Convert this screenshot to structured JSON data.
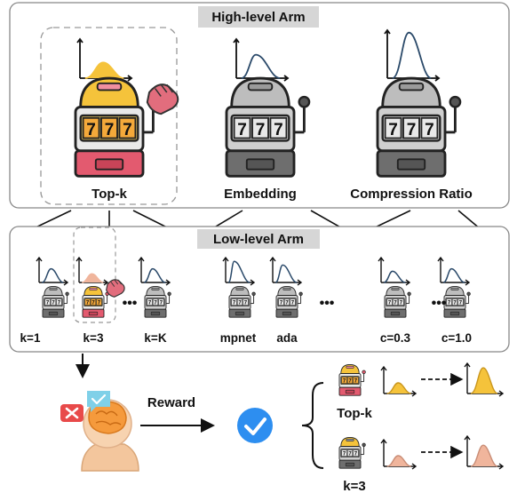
{
  "high_level": {
    "title": "High-level Arm",
    "arms": [
      {
        "label": "Top-k",
        "theme": "yellow",
        "selected": true,
        "curve": "left-peak-fill-yellow"
      },
      {
        "label": "Embedding",
        "theme": "gray",
        "selected": false,
        "curve": "left-peak-outline"
      },
      {
        "label": "Compression Ratio",
        "theme": "gray",
        "selected": false,
        "curve": "center-peak-outline"
      }
    ],
    "reel_text": "777"
  },
  "low_level": {
    "title": "Low-level Arm",
    "groups": [
      {
        "labels": [
          "k=1",
          "k=3",
          "k=K"
        ],
        "selected_index": 1
      },
      {
        "labels": [
          "mpnet",
          "ada"
        ],
        "selected_index": null
      },
      {
        "labels": [
          "c=0.3",
          "c=1.0"
        ],
        "selected_index": null
      }
    ],
    "ellipsis": "•••"
  },
  "feedback": {
    "reward_label": "Reward",
    "outcomes": [
      {
        "label": "Top-k",
        "theme": "yellow"
      },
      {
        "label": "k=3",
        "theme": "pink"
      }
    ]
  },
  "colors": {
    "yellow_fill": "#f5c33b",
    "pink_fill": "#f0b59c",
    "slot_red": "#e35a6f",
    "slot_gray": "#6e6e6e",
    "header_bg": "#d6d6d6",
    "check_blue": "#2d8ef0",
    "x_red": "#e84a4a",
    "chat_teal": "#7fd0e8",
    "brain_orange": "#f59a3c",
    "skin": "#f7d3b0",
    "hand_pink": "#e26d7d",
    "dash_gray": "#999999"
  },
  "icons": [
    "slot-machine-icon",
    "hand-icon",
    "distribution-curve-icon",
    "thinking-person-icon",
    "checkmark-icon",
    "x-mark-icon",
    "chat-bubble-icon"
  ]
}
